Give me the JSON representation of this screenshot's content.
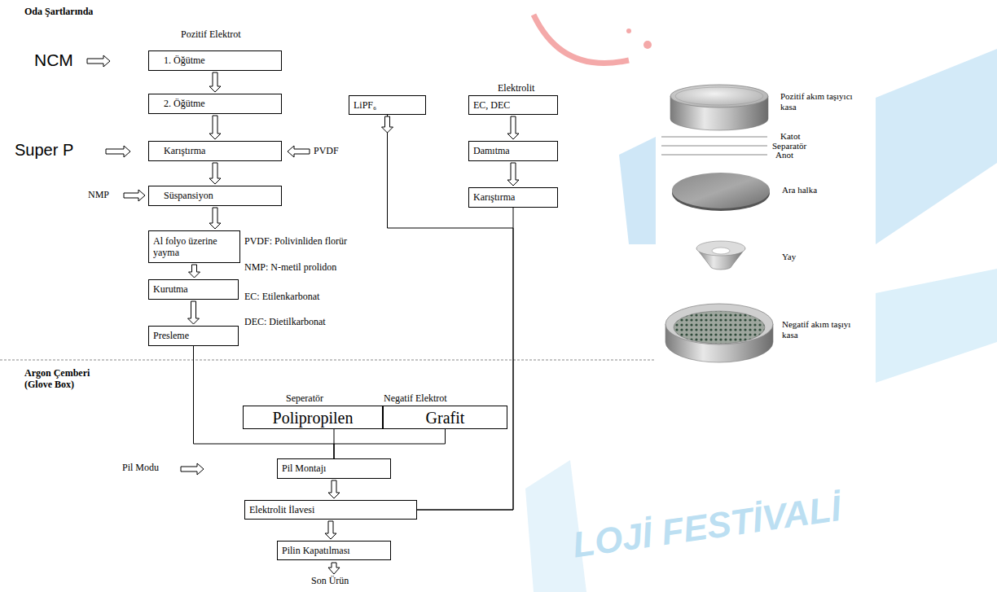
{
  "diagram": {
    "nodes": [
      {
        "text": [
          "1. Öğütme"
        ]
      },
      {
        "text": [
          "2. Öğütme"
        ]
      },
      {
        "text": [
          "Karıştırma"
        ]
      },
      {
        "text": [
          "Süspansiyon"
        ]
      },
      {
        "text": [
          "Al folyo üzerine yayma"
        ]
      },
      {
        "text": [
          "Kurutma"
        ]
      },
      {
        "text": [
          "Presleme"
        ]
      },
      {
        "text": [
          "LiPF₆"
        ]
      },
      {
        "text": [
          "Elektrolit",
          "EC, DEC"
        ]
      },
      {
        "text": [
          "Damıtma"
        ]
      },
      {
        "text": [
          "Karıştırma"
        ]
      },
      {
        "text": [
          "Seperatör",
          "Polipropilen"
        ]
      },
      {
        "text": [
          "Negatif Elektrot",
          "Grafit"
        ]
      },
      {
        "text": [
          "Pil Montajı"
        ]
      },
      {
        "text": [
          "Elektrolit İlavesi"
        ]
      },
      {
        "text": [
          "Pilin Kapatılması"
        ]
      }
    ],
    "edges": [
      {
        "from": 0,
        "to": 1,
        "arrow": "to"
      },
      {
        "from": 1,
        "to": 2,
        "arrow": "to"
      },
      {
        "from": 2,
        "to": 3,
        "arrow": "to"
      },
      {
        "from": 3,
        "to": 4,
        "arrow": "to"
      },
      {
        "from": 4,
        "to": 5,
        "arrow": "to"
      },
      {
        "from": 5,
        "to": 6,
        "arrow": "to"
      },
      {
        "from": 8,
        "to": 9,
        "arrow": "to"
      },
      {
        "from": 9,
        "to": 10,
        "arrow": "to"
      },
      {
        "from": 6,
        "to": 13,
        "arrow": "none"
      },
      {
        "from": 11,
        "to": 13,
        "arrow": "none"
      },
      {
        "from": 12,
        "to": 13,
        "arrow": "none"
      },
      {
        "from": 7,
        "to": 14,
        "arrow": "none"
      },
      {
        "from": 10,
        "to": 14,
        "arrow": "none"
      },
      {
        "from": 13,
        "to": 14,
        "arrow": "to"
      },
      {
        "from": 14,
        "to": 15,
        "arrow": "to"
      }
    ],
    "labels": [
      "Oda Şartlarında",
      "Pozitif Elektrot",
      "NCM",
      "Super P",
      "PVDF",
      "NMP",
      "PVDF: Polivinliden florür",
      "NMP: N-metil prolidon",
      "EC: Etilenkarbonat",
      "DEC: Dietilkarbonat",
      "Argon Çemberi (Glove Box)",
      "Pil Modu",
      "Son Ürün",
      "Pozitif akım taşıyıcı kasa",
      "Katot",
      "Separatör",
      "Anot",
      "Ara halka",
      "Yay",
      "Negatif akım taşıyı kasa",
      "LOJİ FESTİVALİ"
    ]
  }
}
